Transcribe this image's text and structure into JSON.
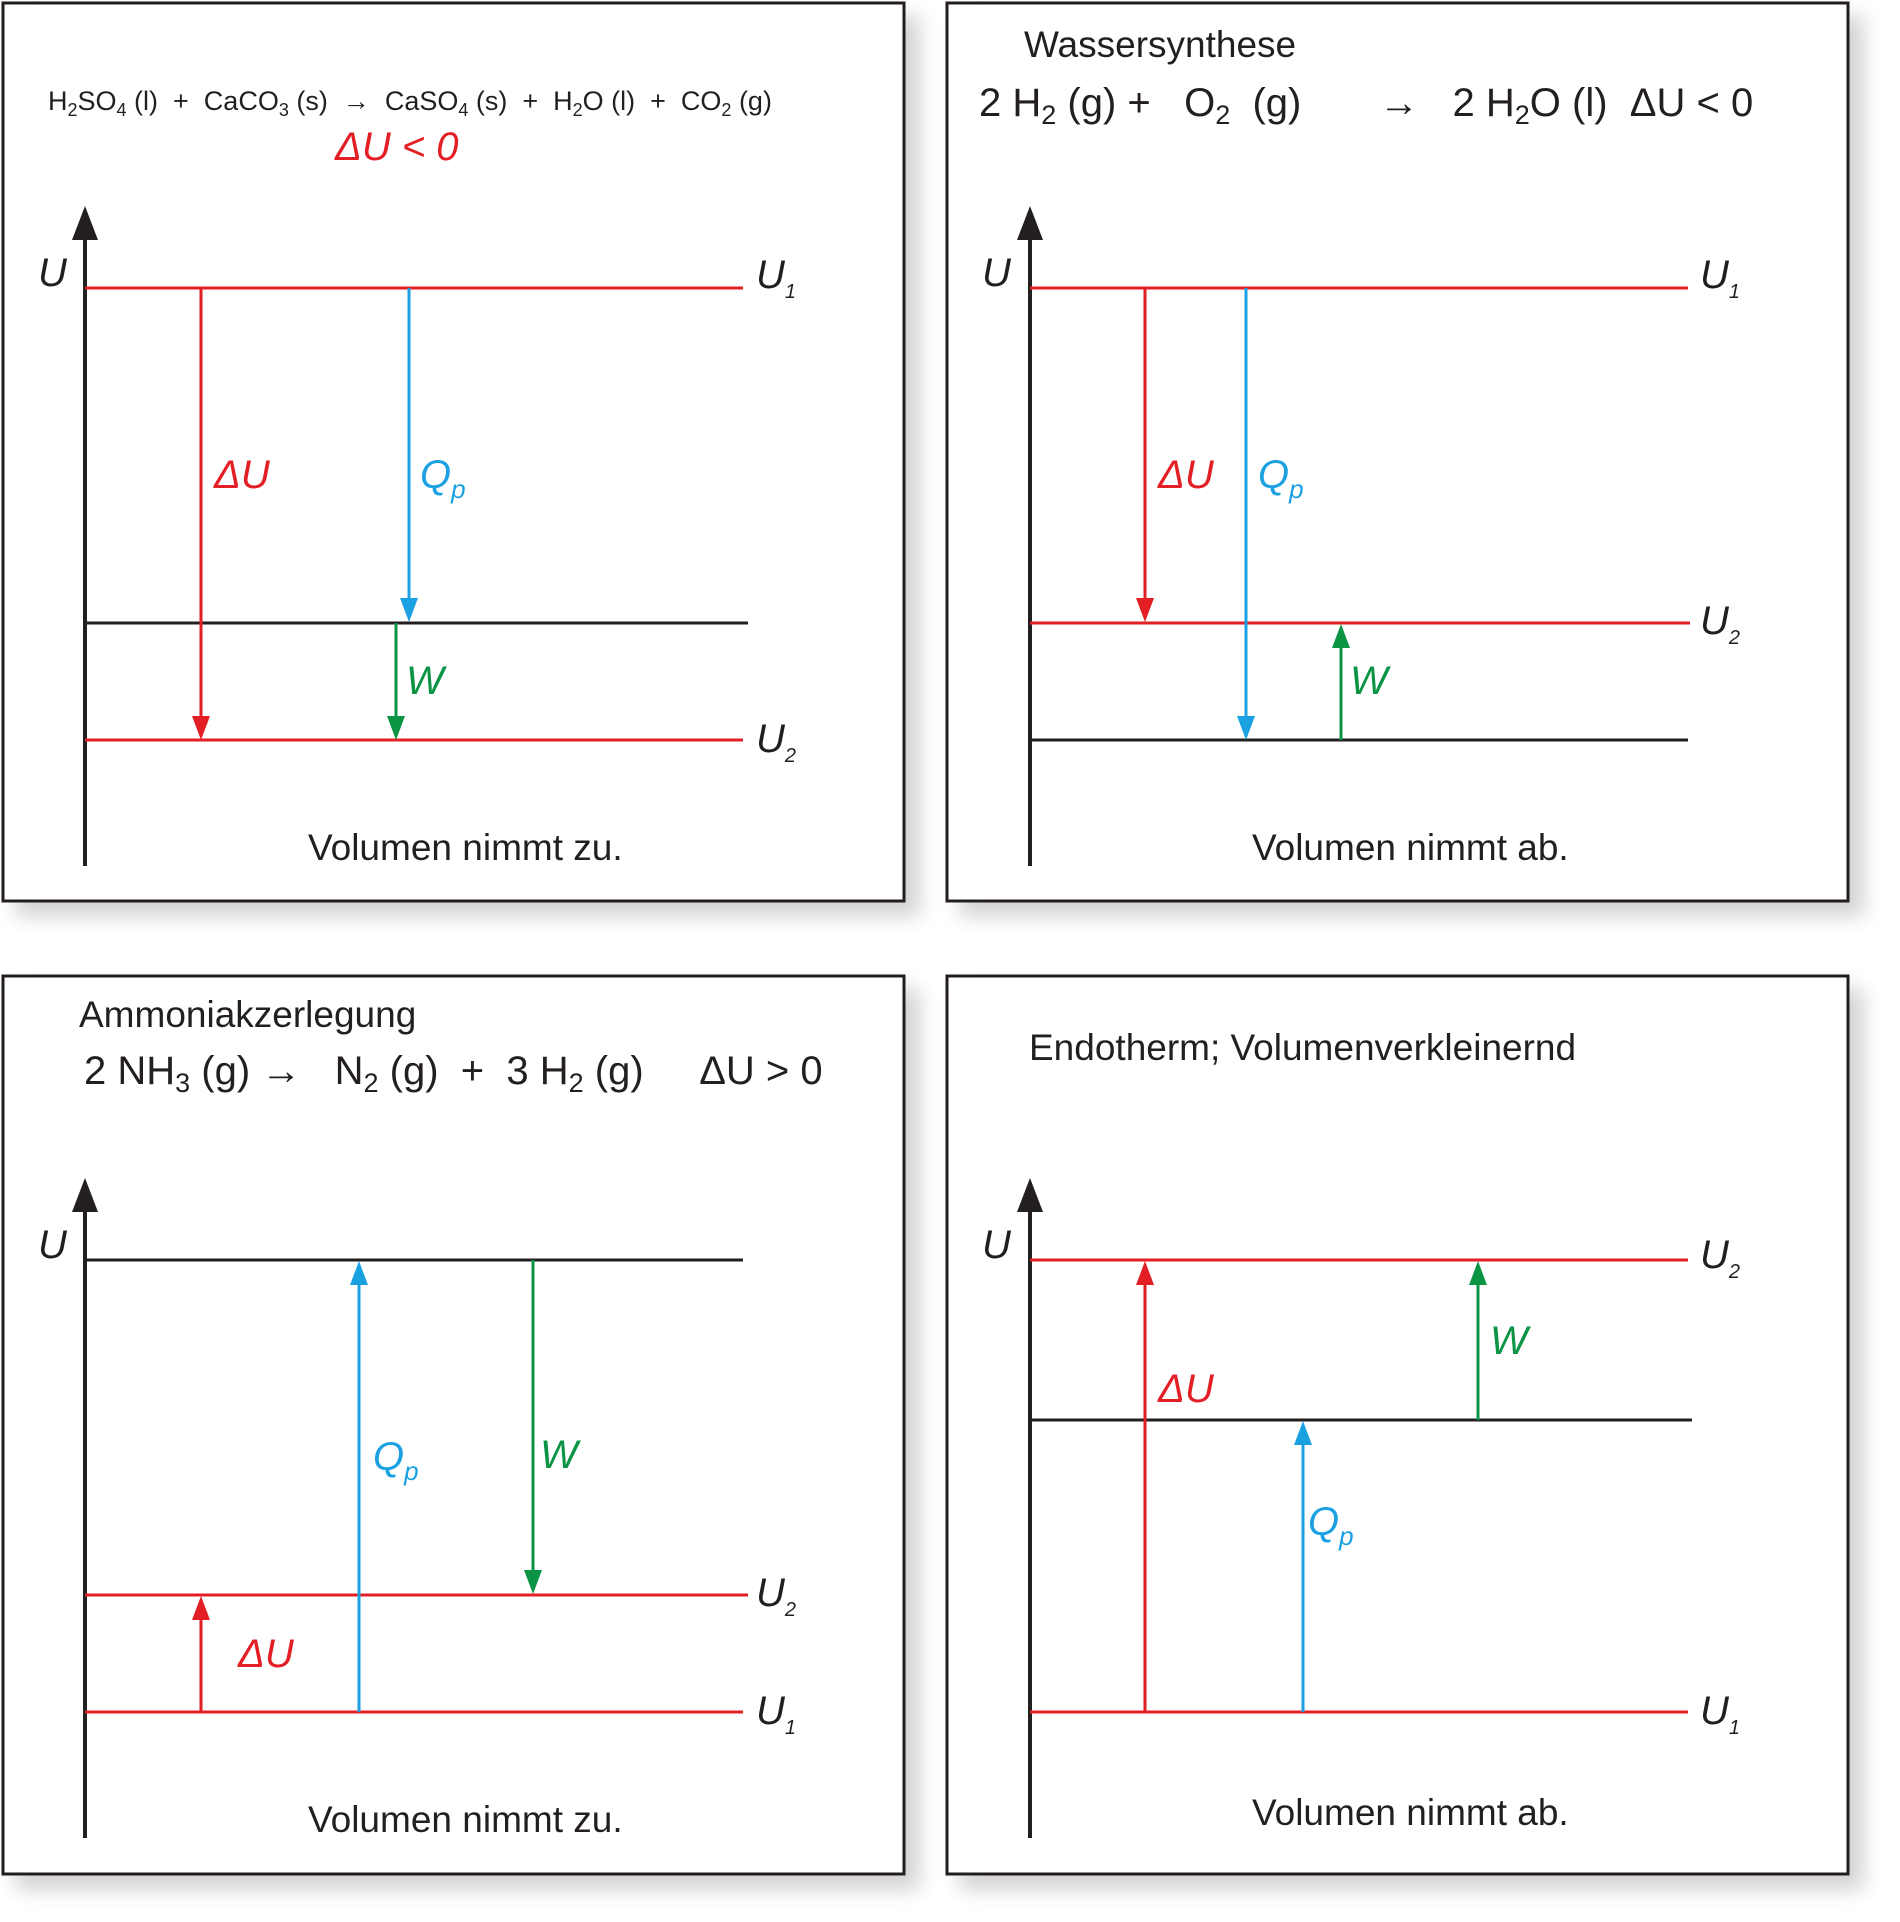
{
  "colors": {
    "red": "#e31e24",
    "blue": "#1ba1e2",
    "green": "#0a9444",
    "black": "#231f20",
    "frame": "#231f20"
  },
  "labels": {
    "axis_u": "U",
    "u_main": "U",
    "sub_1": "1",
    "sub_2": "2",
    "delta_u": "ΔU",
    "q_main": "Q",
    "q_sub": "p",
    "w": "W"
  },
  "panels": [
    {
      "heading": "",
      "equation": {
        "r1": "H",
        "r1s": "2",
        "r1b": "SO",
        "r1s2": "4",
        "r1c": " (l)  +  CaCO",
        "r1s3": "3",
        "r1d": " (s)  →  CaSO",
        "r1s4": "4",
        "r1e": " (s)  +  H",
        "r1s5": "2",
        "r1f": "O (l)  +  CO",
        "r1s6": "2",
        "r1g": " (g)"
      },
      "delta_statement": "ΔU < 0",
      "footer": "Volumen nimmt zu."
    },
    {
      "heading": "Wassersynthese",
      "equation": {
        "a": "2 H",
        "as": "2",
        "b": " (g) +   O",
        "bs": "2",
        "c": "  (g)       →   2 H",
        "cs": "2",
        "d": "O (l)  ΔU < 0"
      },
      "footer": "Volumen nimmt ab."
    },
    {
      "heading": "Ammoniakzerlegung",
      "equation": {
        "a": "2 NH",
        "as": "3",
        "b": " (g) →   N",
        "bs": "2",
        "c": " (g)  +  3 H",
        "cs": "2",
        "d": " (g)     ΔU > 0"
      },
      "footer": "Volumen nimmt zu."
    },
    {
      "heading": "Endotherm; Volumenverkleinernd",
      "footer": "Volumen nimmt ab."
    }
  ]
}
